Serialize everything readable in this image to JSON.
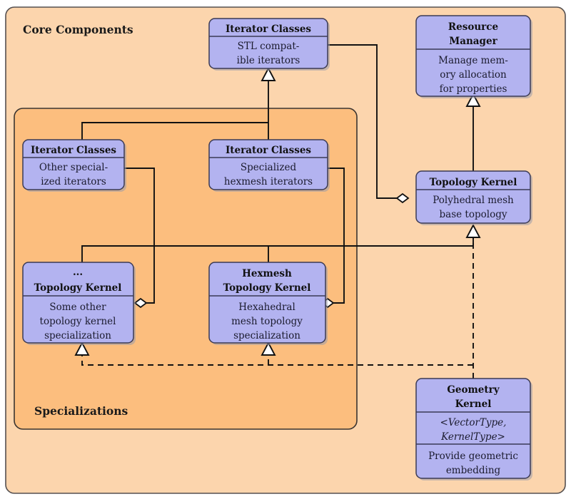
{
  "diagram": {
    "title": "Core Components",
    "colors": {
      "outer_panel_fill": "#FCD5AD",
      "inner_panel_fill": "#FCBE7E",
      "class_fill": "#B3B3F0",
      "border": "#1a1a1a",
      "text": "#111111"
    },
    "panels": [
      {
        "id": "core",
        "label": "Core Components"
      },
      {
        "id": "spec",
        "label": "Specializations"
      }
    ],
    "classes": [
      {
        "id": "iter_stl",
        "title": "Iterator Classes",
        "title_lines": [
          "Iterator Classes"
        ],
        "body_lines": [
          "STL compat-",
          "ible iterators"
        ]
      },
      {
        "id": "resource_manager",
        "title": "Resource Manager",
        "title_lines": [
          "Resource",
          "Manager"
        ],
        "body_lines": [
          "Manage mem-",
          "ory allocation",
          "for properties"
        ]
      },
      {
        "id": "iter_other",
        "title": "Iterator Classes",
        "title_lines": [
          "Iterator Classes"
        ],
        "body_lines": [
          "Other special-",
          "ized iterators"
        ]
      },
      {
        "id": "iter_hexmesh",
        "title": "Iterator Classes",
        "title_lines": [
          "Iterator Classes"
        ],
        "body_lines": [
          "Specialized",
          "hexmesh iterators"
        ]
      },
      {
        "id": "topology_kernel",
        "title": "Topology Kernel",
        "title_lines": [
          "Topology Kernel"
        ],
        "body_lines": [
          "Polyhedral mesh",
          "base topology"
        ]
      },
      {
        "id": "other_topology_kernel",
        "title": "... Topology Kernel",
        "title_lines": [
          "...",
          "Topology Kernel"
        ],
        "body_lines": [
          "Some other",
          "topology kernel",
          "specialization"
        ]
      },
      {
        "id": "hexmesh_topology_kernel",
        "title": "Hexmesh Topology Kernel",
        "title_lines": [
          "Hexmesh",
          "Topology Kernel"
        ],
        "body_lines": [
          "Hexahedral",
          "mesh topology",
          "specialization"
        ]
      },
      {
        "id": "geometry_kernel",
        "title": "Geometry Kernel",
        "title_lines": [
          "Geometry",
          "Kernel"
        ],
        "template_lines": [
          "<VectorType,",
          "KernelType>"
        ],
        "body_lines": [
          "Provide geometric",
          "embedding"
        ]
      }
    ],
    "relations": [
      {
        "from": "iter_other",
        "to": "iter_stl",
        "type": "generalization"
      },
      {
        "from": "iter_hexmesh",
        "to": "iter_stl",
        "type": "generalization"
      },
      {
        "from": "topology_kernel",
        "to": "resource_manager",
        "type": "generalization"
      },
      {
        "from": "iter_stl",
        "to": "topology_kernel",
        "type": "aggregation"
      },
      {
        "from": "other_topology_kernel",
        "to": "topology_kernel",
        "type": "generalization"
      },
      {
        "from": "hexmesh_topology_kernel",
        "to": "topology_kernel",
        "type": "generalization"
      },
      {
        "from": "iter_other",
        "to": "other_topology_kernel",
        "type": "aggregation"
      },
      {
        "from": "iter_hexmesh",
        "to": "hexmesh_topology_kernel",
        "type": "aggregation"
      },
      {
        "from": "geometry_kernel",
        "to": "topology_kernel",
        "type": "realization"
      },
      {
        "from": "geometry_kernel",
        "to": "other_topology_kernel",
        "type": "realization"
      },
      {
        "from": "geometry_kernel",
        "to": "hexmesh_topology_kernel",
        "type": "realization"
      }
    ]
  }
}
